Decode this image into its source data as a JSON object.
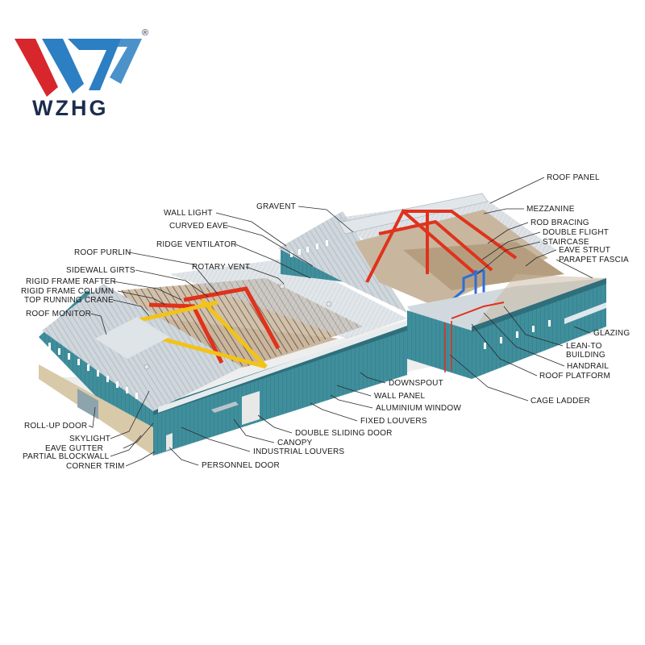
{
  "brand": {
    "name": "WZHG",
    "registered_mark": "®",
    "colors": {
      "red": "#d7262c",
      "blue": "#2c7fc2",
      "navy": "#1c2d4c"
    }
  },
  "colors": {
    "wall": "#3f8e9c",
    "wall_dark": "#2f6f7b",
    "roof": "#cfd6dc",
    "roof_dark": "#a9b3bb",
    "frame": "#e0321c",
    "crane": "#f2c318",
    "floor": "#c8b79e",
    "block": "#d8c9a9"
  },
  "labels": {
    "roof_panel": "ROOF PANEL",
    "gravent": "GRAVENT",
    "mezzanine": "MEZZANINE",
    "wall_light": "WALL LIGHT",
    "rod_bracing": "ROD BRACING",
    "curved_eave": "CURVED EAVE",
    "double_flight": "DOUBLE FLIGHT",
    "staircase": "STAIRCASE",
    "ridge_ventilator": "RIDGE VENTILATOR",
    "eave_strut": "EAVE STRUT",
    "roof_purlin": "ROOF PURLIN",
    "parapet_fascia": "PARAPET FASCIA",
    "rotary_vent": "ROTARY VENT",
    "sidewall_girts": "SIDEWALL GIRTS",
    "rigid_frame_rafter": "RIGID FRAME RAFTER",
    "rigid_frame_column": "RIGID FRAME COLUMN",
    "top_running_crane": "TOP RUNNING CRANE",
    "roof_monitor": "ROOF MONITOR",
    "glazing": "GLAZING",
    "lean_to": "LEAN-TO",
    "building": "BUILDING",
    "handrail": "HANDRAIL",
    "roof_platform": "ROOF PLATFORM",
    "downspout": "DOWNSPOUT",
    "wall_panel": "WALL PANEL",
    "cage_ladder": "CAGE LADDER",
    "aluminium_window": "ALUMINIUM WINDOW",
    "fixed_louvers": "FIXED LOUVERS",
    "roll_up_door": "ROLL-UP DOOR",
    "double_sliding_door": "DOUBLE SLIDING DOOR",
    "skylight": "SKYLIGHT",
    "canopy": "CANOPY",
    "eave_gutter": "EAVE GUTTER",
    "industrial_louvers": "INDUSTRIAL LOUVERS",
    "partial_blockwall": "PARTIAL BLOCKWALL",
    "corner_trim": "CORNER TRIM",
    "personnel_door": "PERSONNEL DOOR"
  }
}
